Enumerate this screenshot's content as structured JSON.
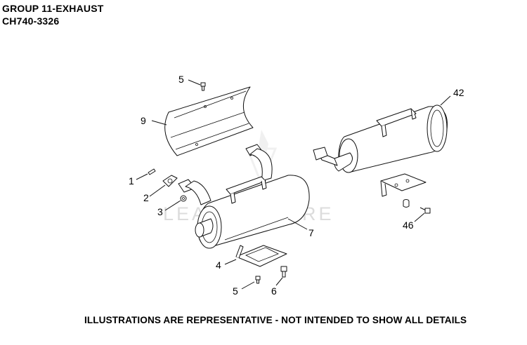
{
  "header": {
    "group_title": "GROUP 11-EXHAUST",
    "model_code": "CH740-3326"
  },
  "watermark": "LEADVENTURE",
  "footer_note": "ILLUSTRATIONS ARE REPRESENTATIVE - NOT INTENDED TO SHOW ALL DETAILS",
  "callouts": {
    "c5_top": "5",
    "c9": "9",
    "c42": "42",
    "c1": "1",
    "c2": "2",
    "c3": "3",
    "c7": "7",
    "c46": "46",
    "c4": "4",
    "c5_bottom": "5",
    "c6": "6"
  }
}
